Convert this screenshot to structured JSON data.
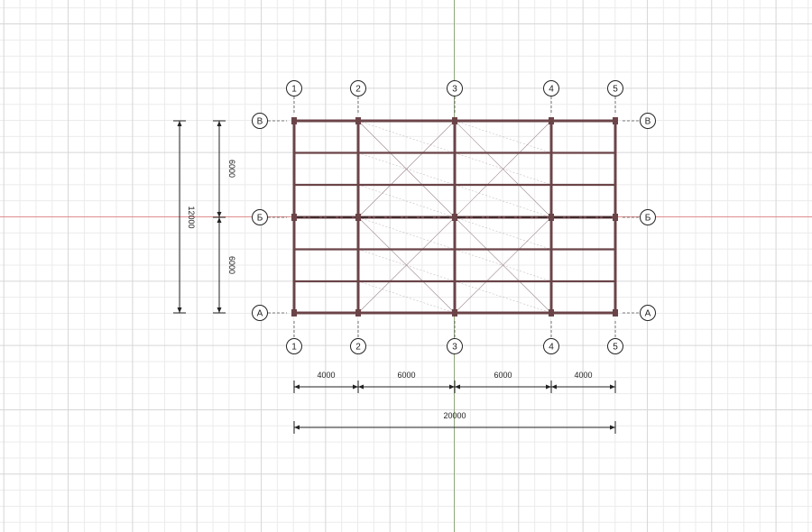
{
  "colors": {
    "background": "#ffffff",
    "grid_minor": "#ebebeb",
    "grid_major": "#d6d6d6",
    "origin_x_axis": "#e08e8e",
    "origin_y_axis": "#8ea77a",
    "frame_member": "#6b4448",
    "bracing": "#a08a8d",
    "dimension": "#222222"
  },
  "vertical_axes": [
    {
      "label": "1"
    },
    {
      "label": "2"
    },
    {
      "label": "3"
    },
    {
      "label": "4"
    },
    {
      "label": "5"
    }
  ],
  "horizontal_axes": [
    {
      "label": "В"
    },
    {
      "label": "Б"
    },
    {
      "label": "А"
    }
  ],
  "horizontal_dimensions": [
    {
      "value": "4000"
    },
    {
      "value": "6000"
    },
    {
      "value": "6000"
    },
    {
      "value": "4000"
    }
  ],
  "overall_horizontal_dimension": "20000",
  "vertical_dimensions": [
    {
      "value": "6000"
    },
    {
      "value": "6000"
    }
  ],
  "overall_vertical_dimension": "12000"
}
